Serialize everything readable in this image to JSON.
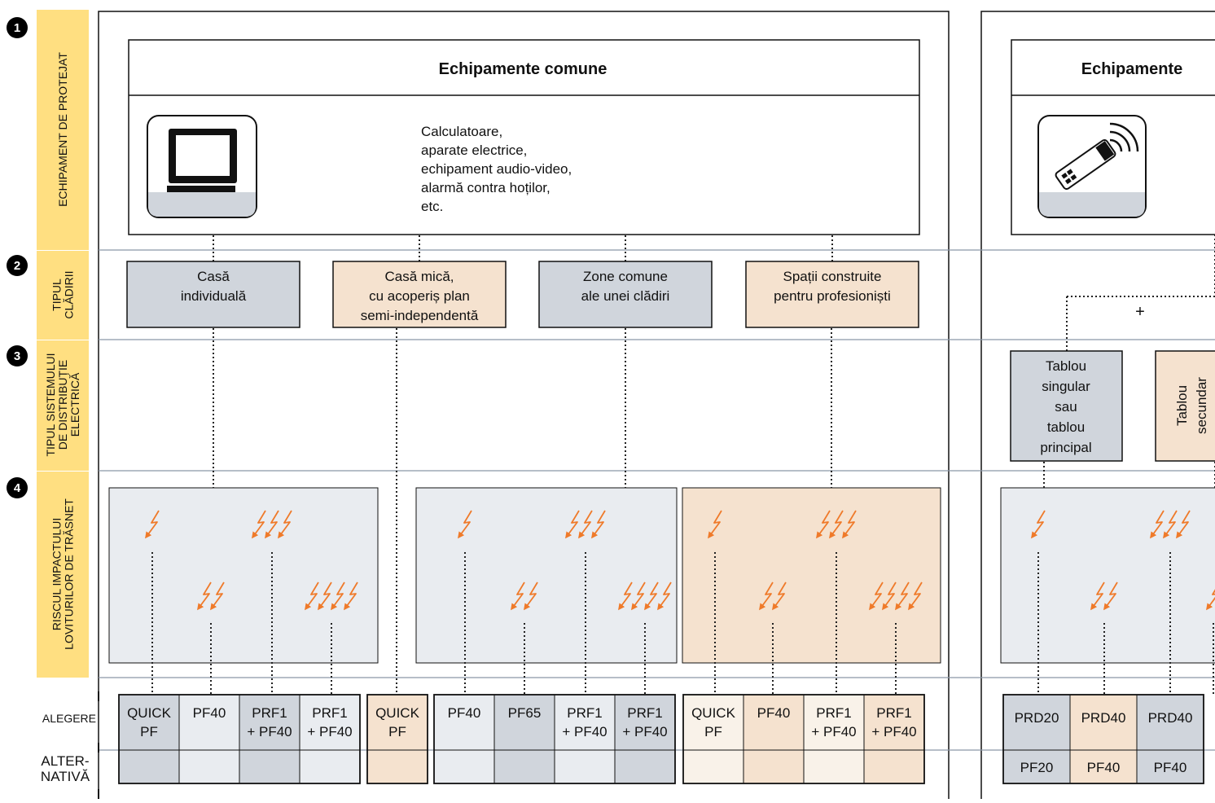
{
  "colors": {
    "gray": "#d0d5dc",
    "light": "#e9ecf0",
    "peach": "#f5e2cf",
    "light_peach": "#f9f2e9",
    "yellow": "#ffdf81",
    "bolt": "#ef7a2a"
  },
  "sidebar": {
    "markers": [
      "1",
      "2",
      "3",
      "4"
    ],
    "s1": [
      "ECHIPAMENT DE PROTEJAT"
    ],
    "s2": [
      "TIPUL",
      "CLĂDIRII"
    ],
    "s3": [
      "TIPUL SISTEMULUI",
      "DE DISTRIBUȚIE",
      "ELECTRICĂ"
    ],
    "s4": [
      "RISCUL IMPACTULUI",
      "LOVITURILOR DE TRĂSNET"
    ],
    "alegere": "ALEGERE",
    "alternativa": [
      "ALTER-",
      "NATIVĂ"
    ]
  },
  "left": {
    "title": "Echipamente comune",
    "icon": "computer-monitor-icon",
    "description": [
      "Calculatoare,",
      "aparate electrice,",
      "echipament audio-video,",
      "alarmă contra hoților,",
      "etc."
    ],
    "buildings": [
      [
        "Casă",
        "individuală"
      ],
      [
        "Casă mică,",
        "cu acoperiș plan",
        "semi-independentă"
      ],
      [
        "Zone comune",
        "ale unei clădiri"
      ],
      [
        "Spații construite",
        "pentru profesioniști"
      ]
    ],
    "choices": [
      [
        "QUICK",
        "PF"
      ],
      [
        "PF40"
      ],
      [
        "PRF1",
        "+ PF40"
      ],
      [
        "PRF1",
        "+ PF40"
      ],
      [
        "QUICK",
        "PF"
      ],
      [
        "PF40"
      ],
      [
        "PF65"
      ],
      [
        "PRF1",
        "+ PF40"
      ],
      [
        "PRF1",
        "+ PF40"
      ],
      [
        "QUICK",
        "PF"
      ],
      [
        "PF40"
      ],
      [
        "PRF1",
        "+ PF40"
      ],
      [
        "PRF1",
        "+ PF40"
      ]
    ]
  },
  "right": {
    "title": "Echipamente",
    "icon": "remote-control-icon",
    "plus": "+",
    "dist_main": [
      "Tablou",
      "singular",
      "sau",
      "tablou",
      "principal"
    ],
    "dist_secondary": [
      "Tablou",
      "secundar"
    ],
    "choices": [
      "PRD20",
      "PRD40",
      "PRD40"
    ],
    "alternatives": [
      "PF20",
      "PF40",
      "PF40"
    ]
  }
}
